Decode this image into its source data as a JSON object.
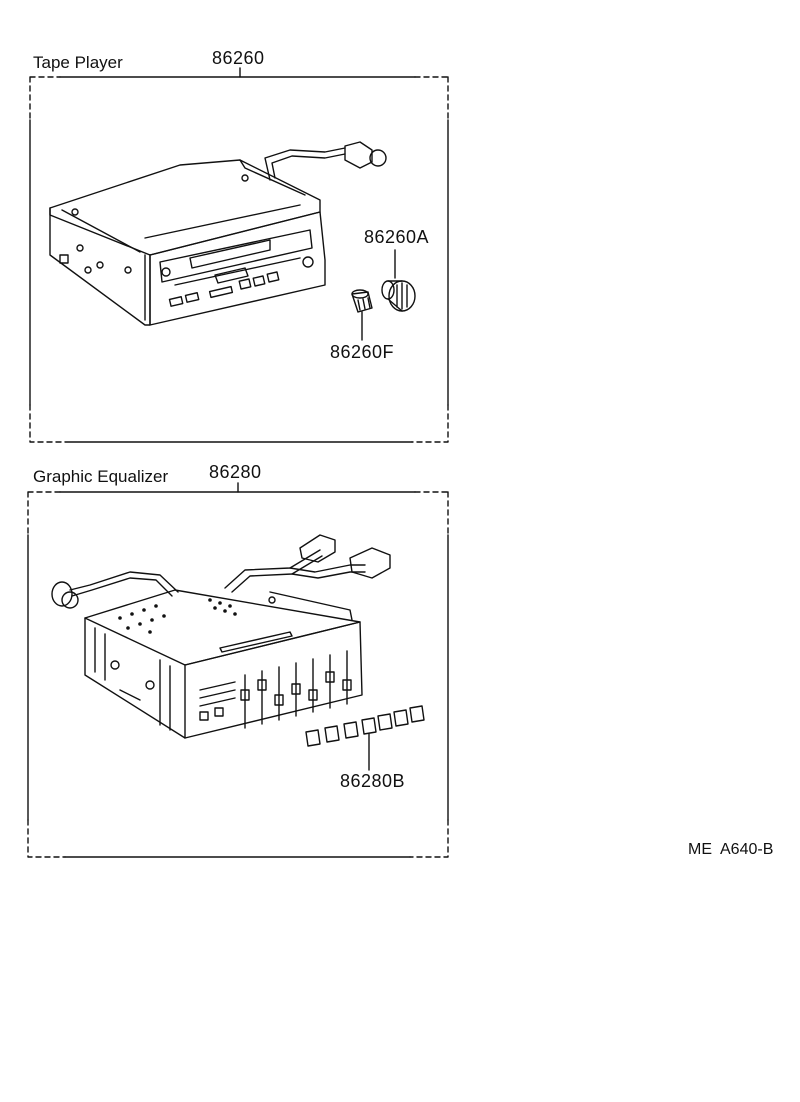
{
  "sections": [
    {
      "title": "Tape Player",
      "part_number": "86260",
      "parts": [
        {
          "label": "86260A",
          "icon": "knob-icon"
        },
        {
          "label": "86260F",
          "icon": "small-knob-icon"
        }
      ]
    },
    {
      "title": "Graphic Equalizer",
      "part_number": "86280",
      "parts": [
        {
          "label": "86280B",
          "icon": "slider-knob-icon"
        }
      ]
    }
  ],
  "footer_code": "ME  A640-B"
}
